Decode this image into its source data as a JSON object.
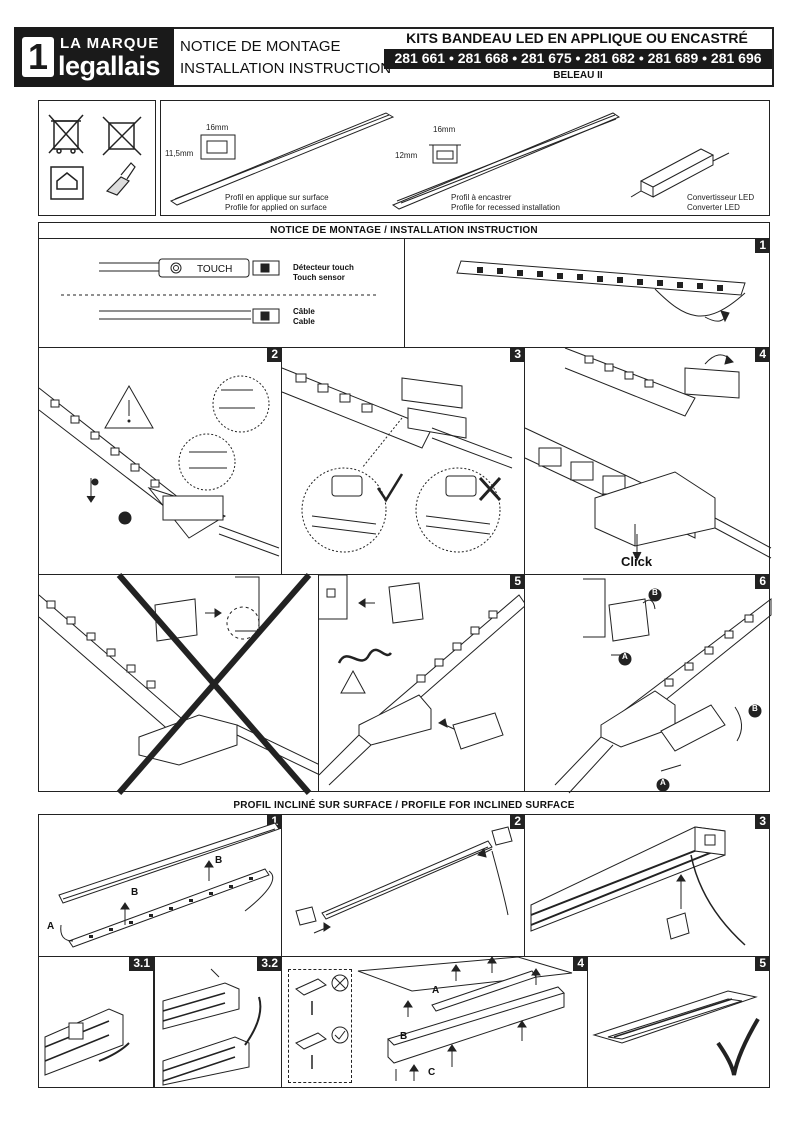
{
  "header": {
    "brand_top": "LA MARQUE",
    "brand_bottom": "legallais",
    "brand_number": "1",
    "notice_fr": "NOTICE DE MONTAGE",
    "notice_en": "INSTALLATION INSTRUCTION",
    "kit_title": "KITS BANDEAU LED EN APPLIQUE OU ENCASTRÉ",
    "references": "281 661 • 281 668 • 281 675 • 281 682 • 281 689 • 281 696",
    "model": "BELEAU II"
  },
  "overview": {
    "surface_width": "16mm",
    "surface_height": "11,5mm",
    "surface_fr": "Profil en applique sur surface",
    "surface_en": "Profile for applied on surface",
    "recessed_width": "16mm",
    "recessed_height": "12mm",
    "recessed_fr": "Profil à encastrer",
    "recessed_en": "Profile for recessed installation",
    "converter_fr": "Convertisseur LED",
    "converter_en": "Converter LED"
  },
  "section1": {
    "title": "NOTICE DE MONTAGE / INSTALLATION INSTRUCTION",
    "touch_label": "TOUCH",
    "touch_fr": "Détecteur touch",
    "touch_en": "Touch sensor",
    "cable_fr": "Câble",
    "cable_en": "Cable",
    "step1": "1",
    "step2": "2",
    "step3": "3",
    "step4": "4",
    "step5": "5",
    "step6": "6",
    "click": "Click",
    "letter_a": "A",
    "letter_b": "B"
  },
  "section2": {
    "title": "PROFIL INCLINÉ SUR SURFACE / PROFILE FOR INCLINED SURFACE",
    "step1": "1",
    "step2": "2",
    "step3": "3",
    "step31": "3.1",
    "step32": "3.2",
    "step4": "4",
    "step5": "5",
    "letter_a": "A",
    "letter_b": "B",
    "letter_c": "C"
  },
  "colors": {
    "ink": "#222222",
    "paper": "#ffffff"
  }
}
